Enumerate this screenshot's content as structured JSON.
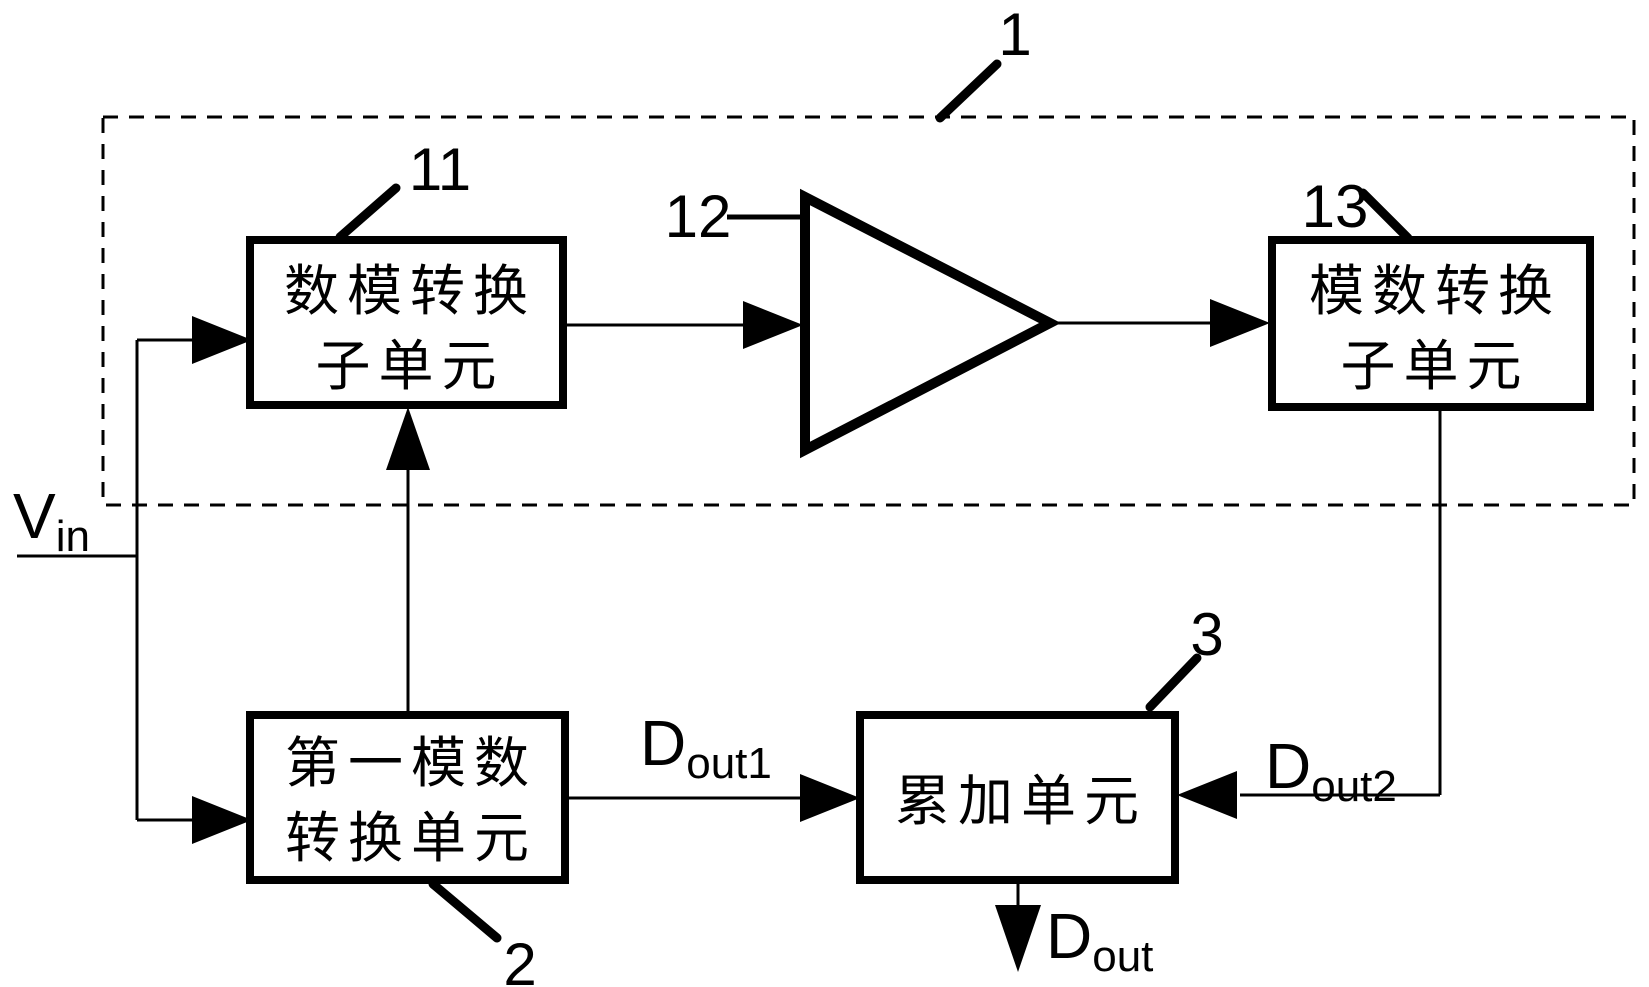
{
  "colors": {
    "ink": "#000000",
    "background": "#ffffff"
  },
  "refs": {
    "group": "1",
    "dac": "11",
    "amp": "12",
    "adc": "13",
    "first_adc": "2",
    "accumulator": "3"
  },
  "blocks": {
    "dac": {
      "line1": "数模转换",
      "line2": "子单元"
    },
    "adc": {
      "line1": "模数转换",
      "line2": "子单元"
    },
    "first_adc": {
      "line1": "第一模数",
      "line2": "转换单元"
    },
    "accumulator": {
      "label": "累加单元"
    }
  },
  "signals": {
    "vin": {
      "main": "V",
      "sub": "in"
    },
    "dout1": {
      "main": "D",
      "sub": "out1"
    },
    "dout2": {
      "main": "D",
      "sub": "out2"
    },
    "dout": {
      "main": "D",
      "sub": "out"
    }
  }
}
